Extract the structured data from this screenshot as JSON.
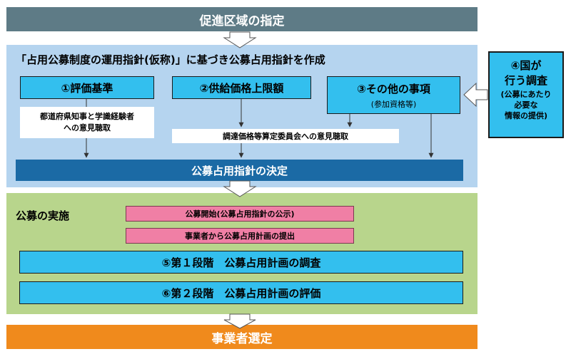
{
  "top_header": "促進区域の指定",
  "guideline_section": {
    "title": "「占用公募制度の運用指針(仮称)」に基づき公募占用指針を作成",
    "criteria": [
      {
        "label": "①評価基準"
      },
      {
        "label": "②供給価格上限額"
      },
      {
        "label": "③その他の事項",
        "sub": "(参加資格等)"
      }
    ],
    "note_prefecture": [
      "都道府県知事と学識経験者",
      "への意見聴取"
    ],
    "note_procurement": "調達価格等算定委員会への意見聴取",
    "decision": "公募占用指針の決定"
  },
  "national_survey": {
    "line1": "④国が",
    "line2": "行う調査",
    "detail": [
      "(公募にあたり",
      "必要な",
      "情報の提供)"
    ]
  },
  "implementation_section": {
    "title": "公募の実施",
    "steps": [
      "公募開始(公募占用指針の公示)",
      "事業者から公募占用計画の提出"
    ],
    "stages": [
      "⑤第１段階　公募占用計画の調査",
      "⑥第２段階　公募占用計画の評価"
    ]
  },
  "bottom_header": "事業者選定",
  "colors": {
    "header_gray": "#5e7b86",
    "section_blue": "#b5d4ef",
    "section_green": "#b8d58c",
    "box_cyan": "#33bfee",
    "decision_navy": "#1b6aa5",
    "step_pink": "#f07fa5",
    "final_orange": "#f08a1c"
  }
}
